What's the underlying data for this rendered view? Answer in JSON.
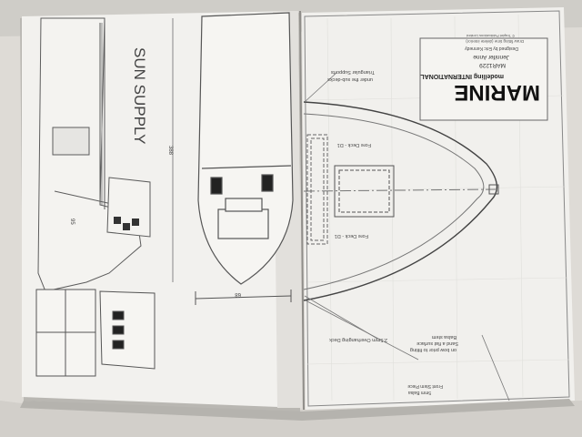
{
  "left_page": {
    "model_name": "SUN SUPPLY",
    "dim_length": "388",
    "dim_width": "68",
    "dim_side": "95"
  },
  "right_page": {
    "logo_main": "MARINE",
    "logo_sub": "modelling INTERNATIONAL",
    "plan_code": "MAR1229",
    "plan_name": "Jennifer Anne",
    "designer": "Designed by Eric Kennedy",
    "note": "Draw fitting time (delete interior)",
    "copyright": "© Traplet Publications Limited",
    "label_supports": "Triangular Supports",
    "label_supports_2": "under the sub-decks",
    "label_fore_deck_top": "Fore Deck - D1",
    "label_fore_deck_bottom": "Fore Deck - D1",
    "label_overhang": "2.5mm Overhanging Deck",
    "label_balsa": "Balsa stem",
    "label_sand_1": "Sand a flat surface",
    "label_sand_2": "on bow prior to fitting",
    "label_stem_1": "Front Stem Piece",
    "label_stem_2": "5mm Balsa"
  }
}
